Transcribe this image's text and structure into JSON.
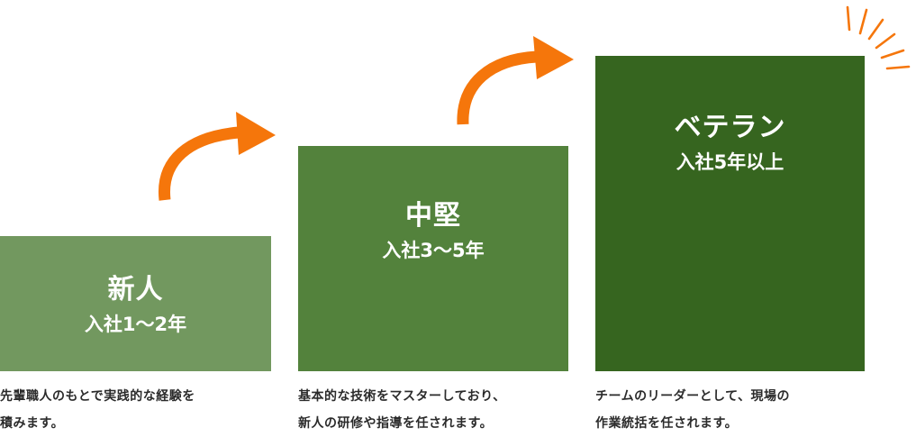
{
  "steps": [
    {
      "title": "新人",
      "tenure": "入社1〜2年",
      "description": "先輩職人のもとで実践的な経験を\n積みます。"
    },
    {
      "title": "中堅",
      "tenure": "入社3〜5年",
      "description": "基本的な技術をマスターしており、\n新人の研修や指導を任されます。"
    },
    {
      "title": "ベテラン",
      "tenure": "入社5年以上",
      "description": "チームのリーダーとして、現場の\n作業統括を任されます。"
    }
  ],
  "colors": {
    "step1": "#72985f",
    "step2": "#53823c",
    "step3": "#36651f",
    "arrow": "#f5760b",
    "burst": "#f5760b"
  }
}
